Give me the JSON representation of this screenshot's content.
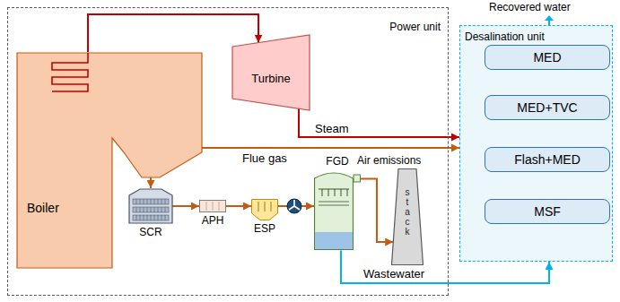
{
  "diagram": {
    "nodes": [
      {
        "text": [
          "Power unit"
        ]
      },
      {
        "text": [
          "Boiler"
        ],
        "in": 0
      },
      {
        "text": [
          "Turbine"
        ],
        "in": 0
      },
      {
        "text": [
          "SCR"
        ],
        "in": 0
      },
      {
        "text": [
          "APH"
        ],
        "in": 0
      },
      {
        "text": [
          "ESP"
        ],
        "in": 0
      },
      {
        "text": [
          "FGD"
        ],
        "in": 0
      },
      {
        "text": [
          "stack"
        ],
        "in": 0
      },
      {
        "text": [
          "Desalination unit"
        ]
      },
      {
        "text": [
          "MED"
        ],
        "in": 8
      },
      {
        "text": [
          "MED+TVC"
        ],
        "in": 8
      },
      {
        "text": [
          "Flash+MED"
        ],
        "in": 8
      },
      {
        "text": [
          "MSF"
        ],
        "in": 8
      }
    ],
    "edges": [
      {
        "from": 1,
        "to": 2,
        "arrow": "to"
      },
      {
        "from": 2,
        "to": 8,
        "label": "Steam",
        "arrow": "to"
      },
      {
        "from": 1,
        "to": 8,
        "label": "Flue gas",
        "arrow": "to"
      },
      {
        "from": 1,
        "to": 3,
        "arrow": "to"
      },
      {
        "from": 3,
        "to": 4,
        "arrow": "to"
      },
      {
        "from": 4,
        "to": 5,
        "arrow": "to"
      },
      {
        "from": 5,
        "to": 6,
        "arrow": "to"
      },
      {
        "from": 6,
        "to": 7,
        "arrow": "to"
      },
      {
        "from": 6,
        "to": 8,
        "label": "Wastewater",
        "arrow": "to"
      }
    ],
    "labels": [
      "Air emissions",
      "Recovered water"
    ]
  }
}
